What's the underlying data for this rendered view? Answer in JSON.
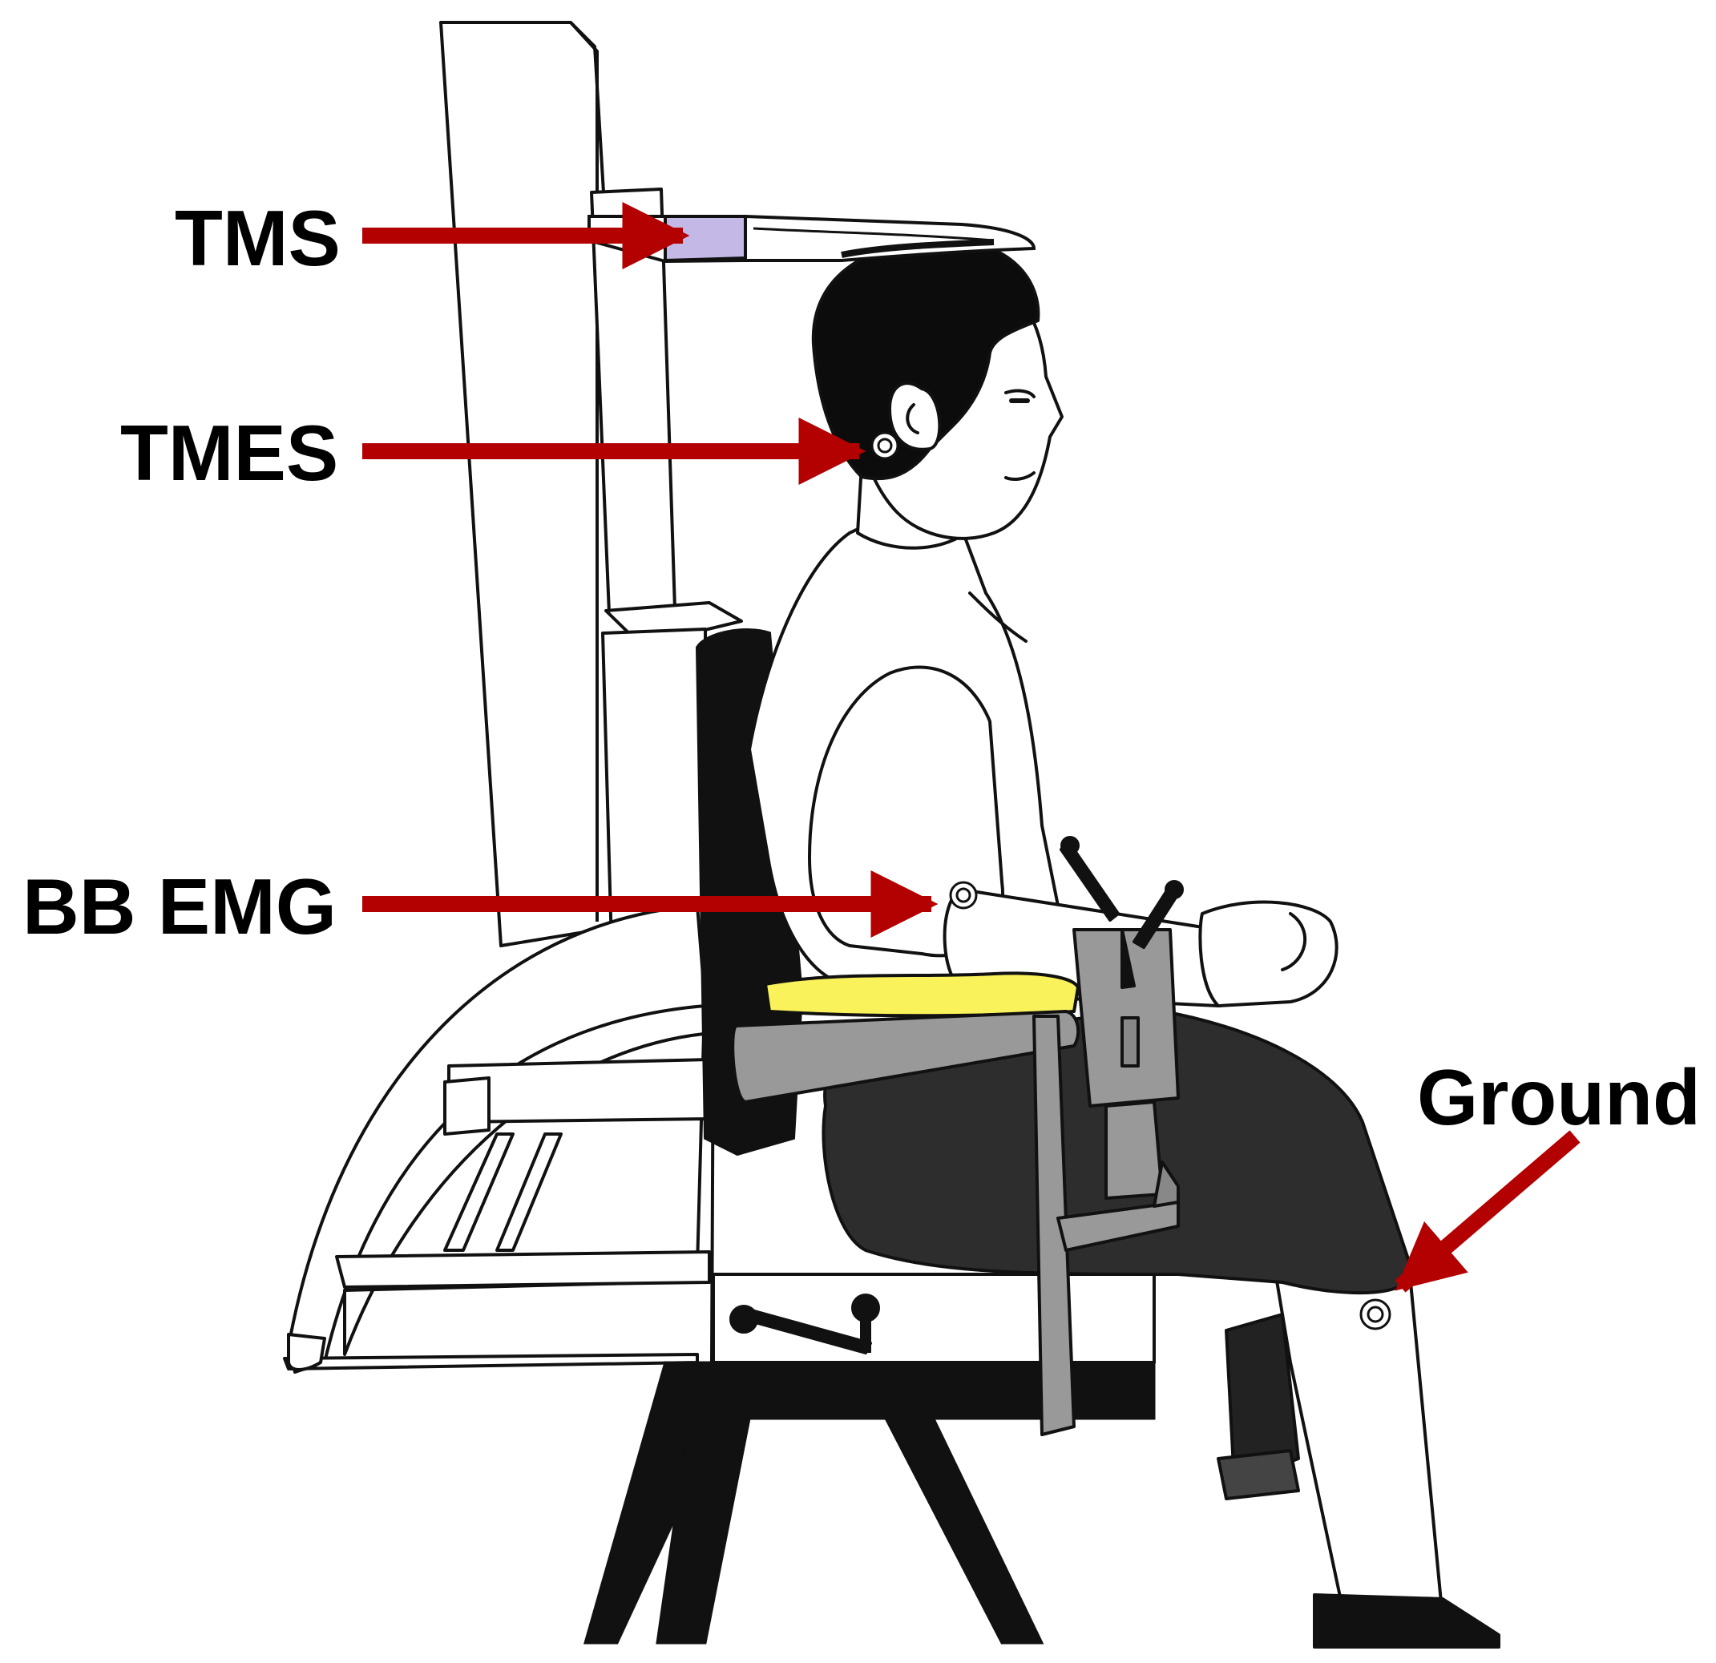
{
  "labels": {
    "tms": "TMS",
    "tmes": "TMES",
    "bb_emg": "BB EMG",
    "ground": "Ground"
  },
  "colors": {
    "arrow": "#b30000",
    "outline": "#111111",
    "pad": "#faf25a",
    "coil": "#c3b8e6",
    "brace": "#999999",
    "pants": "#2d2d2d",
    "hair": "#0c0c0c"
  }
}
